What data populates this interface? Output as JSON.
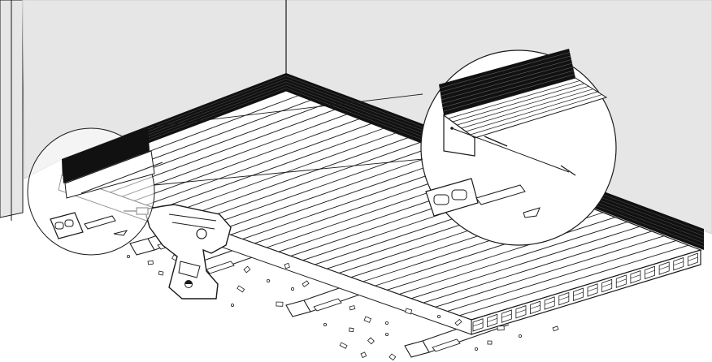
{
  "figure": {
    "kind": "deck-installation-line-drawing",
    "colors": {
      "line": "#1a1a1a",
      "wall": "#e6e6e6",
      "wall_edge": "#cfcfcf",
      "board": "#ffffff",
      "fascia": "#111111",
      "callout_fill": "#ffffff"
    },
    "parts": [
      "left-wall-icon",
      "back-wall-icon",
      "perimeter-fascia-icon",
      "deck-boards-icon",
      "hollow-joist-icon",
      "fixing-clip-icon",
      "cordless-drill-icon",
      "sawdust-debris-icon",
      "left-detail-callout",
      "right-detail-callout"
    ],
    "joist_count": 4,
    "board_count": 34
  }
}
